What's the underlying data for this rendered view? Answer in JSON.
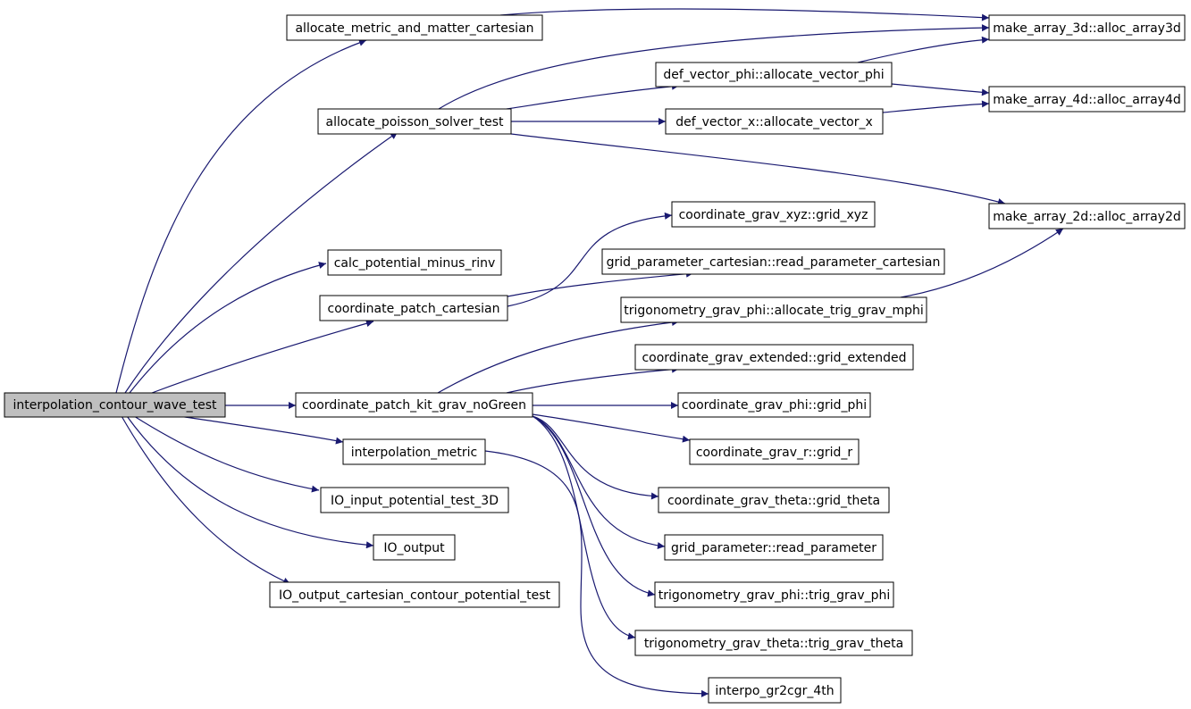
{
  "colors": {
    "edge": "#191970",
    "node_fill": "#ffffff",
    "root_fill": "#bfbfbf",
    "border": "#000000"
  },
  "nodes": [
    {
      "id": "root",
      "label": "interpolation_contour_wave_test",
      "root": true
    },
    {
      "id": "amm",
      "label": "allocate_metric_and_matter_cartesian"
    },
    {
      "id": "aps",
      "label": "allocate_poisson_solver_test"
    },
    {
      "id": "cpm",
      "label": "calc_potential_minus_rinv"
    },
    {
      "id": "cpc",
      "label": "coordinate_patch_cartesian"
    },
    {
      "id": "cpk",
      "label": "coordinate_patch_kit_grav_noGreen"
    },
    {
      "id": "im",
      "label": "interpolation_metric"
    },
    {
      "id": "iop",
      "label": "IO_input_potential_test_3D"
    },
    {
      "id": "ioo",
      "label": "IO_output"
    },
    {
      "id": "ioc",
      "label": "IO_output_cartesian_contour_potential_test"
    },
    {
      "id": "ma3",
      "label": "make_array_3d::alloc_array3d"
    },
    {
      "id": "ma4",
      "label": "make_array_4d::alloc_array4d"
    },
    {
      "id": "ma2",
      "label": "make_array_2d::alloc_array2d"
    },
    {
      "id": "dvp",
      "label": "def_vector_phi::allocate_vector_phi"
    },
    {
      "id": "dvx",
      "label": "def_vector_x::allocate_vector_x"
    },
    {
      "id": "cgx",
      "label": "coordinate_grav_xyz::grid_xyz"
    },
    {
      "id": "gpc",
      "label": "grid_parameter_cartesian::read_parameter_cartesian"
    },
    {
      "id": "tgm",
      "label": "trigonometry_grav_phi::allocate_trig_grav_mphi"
    },
    {
      "id": "cge",
      "label": "coordinate_grav_extended::grid_extended"
    },
    {
      "id": "cgp",
      "label": "coordinate_grav_phi::grid_phi"
    },
    {
      "id": "cgr",
      "label": "coordinate_grav_r::grid_r"
    },
    {
      "id": "cgt",
      "label": "coordinate_grav_theta::grid_theta"
    },
    {
      "id": "gpr",
      "label": "grid_parameter::read_parameter"
    },
    {
      "id": "tgp",
      "label": "trigonometry_grav_phi::trig_grav_phi"
    },
    {
      "id": "tgt",
      "label": "trigonometry_grav_theta::trig_grav_theta"
    },
    {
      "id": "igr",
      "label": "interpo_gr2cgr_4th"
    }
  ],
  "edges": [
    {
      "from": "root",
      "to": "amm"
    },
    {
      "from": "root",
      "to": "aps"
    },
    {
      "from": "root",
      "to": "cpm"
    },
    {
      "from": "root",
      "to": "cpc"
    },
    {
      "from": "root",
      "to": "cpk"
    },
    {
      "from": "root",
      "to": "im"
    },
    {
      "from": "root",
      "to": "iop"
    },
    {
      "from": "root",
      "to": "ioo"
    },
    {
      "from": "root",
      "to": "ioc"
    },
    {
      "from": "amm",
      "to": "ma3"
    },
    {
      "from": "aps",
      "to": "ma3"
    },
    {
      "from": "aps",
      "to": "dvp"
    },
    {
      "from": "aps",
      "to": "dvx"
    },
    {
      "from": "aps",
      "to": "ma2"
    },
    {
      "from": "dvp",
      "to": "ma3"
    },
    {
      "from": "dvp",
      "to": "ma4"
    },
    {
      "from": "dvx",
      "to": "ma4"
    },
    {
      "from": "cpc",
      "to": "cgx"
    },
    {
      "from": "cpc",
      "to": "gpc"
    },
    {
      "from": "tgm",
      "to": "ma2"
    },
    {
      "from": "cpk",
      "to": "tgm"
    },
    {
      "from": "cpk",
      "to": "cge"
    },
    {
      "from": "cpk",
      "to": "cgp"
    },
    {
      "from": "cpk",
      "to": "cgr"
    },
    {
      "from": "cpk",
      "to": "cgt"
    },
    {
      "from": "cpk",
      "to": "gpr"
    },
    {
      "from": "cpk",
      "to": "tgp"
    },
    {
      "from": "cpk",
      "to": "tgt"
    },
    {
      "from": "im",
      "to": "igr"
    }
  ]
}
